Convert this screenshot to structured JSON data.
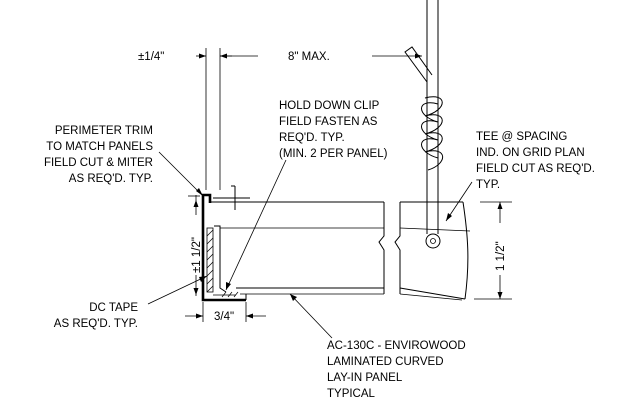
{
  "labels": {
    "dim_quarter": "±1/4\"",
    "dim_8max": "8\" MAX.",
    "hold_down_clip": [
      "HOLD DOWN CLIP",
      "FIELD FASTEN AS",
      "REQ'D. TYP.",
      "(MIN. 2 PER PANEL)"
    ],
    "perimeter_trim": [
      "PERIMETER TRIM",
      "TO MATCH PANELS",
      "FIELD CUT & MITER",
      "AS REQ'D. TYP."
    ],
    "tee_spacing": [
      "TEE @ SPACING",
      "IND. ON GRID PLAN",
      "FIELD CUT AS REQ'D.",
      "TYP."
    ],
    "dim_left_height": "±1 1/2\"",
    "dim_right_height": "1 1/2\"",
    "dc_tape": [
      "DC TAPE",
      "AS REQ'D. TYP."
    ],
    "dim_34": "3/4\"",
    "panel_note": [
      "AC-130C - ENVIROWOOD",
      "LAMINATED CURVED",
      "LAY-IN PANEL",
      "TYPICAL"
    ]
  }
}
